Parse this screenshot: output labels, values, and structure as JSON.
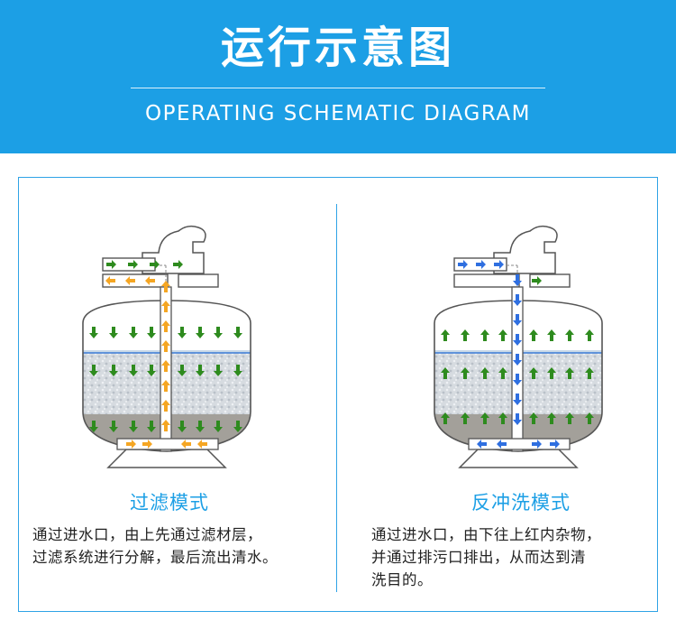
{
  "header": {
    "title": "运行示意图",
    "subtitle": "OPERATING SCHEMATIC DIAGRAM"
  },
  "colors": {
    "header_bg": "#1c9fe5",
    "accent": "#1c9fe5",
    "arrow_green": "#2e8b1e",
    "arrow_orange": "#f5a623",
    "arrow_blue": "#2f6fe0"
  },
  "filter_mode": {
    "title": "过滤模式",
    "desc_line1": "通过进水口，由上先通过滤材层，",
    "desc_line2": "过滤系统进行分解，最后流出清水。"
  },
  "backwash_mode": {
    "title": "反冲洗模式",
    "desc_line1": "通过进水口，由下往上红内杂物，",
    "desc_line2": "并通过排污口排出，从而达到清",
    "desc_line3": "洗目的。"
  }
}
